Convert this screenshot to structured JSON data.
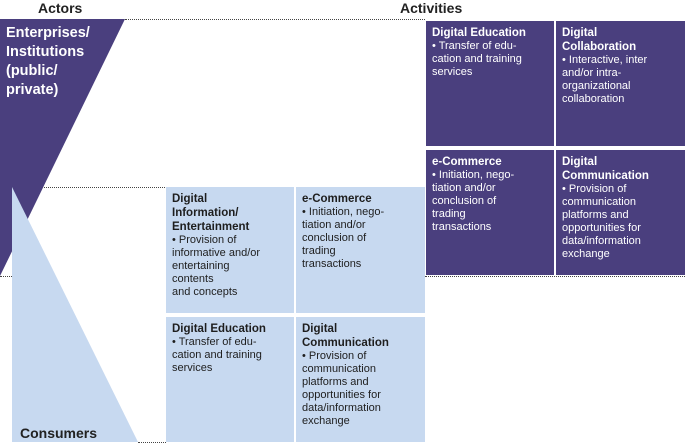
{
  "headers": {
    "actors": "Actors",
    "activities": "Activities"
  },
  "actors": {
    "enterprises": "Enterprises/\nInstitutions\n(public/\nprivate)",
    "consumers": "Consumers"
  },
  "colors": {
    "dark": "#4a3f7e",
    "light": "#c7d9f0"
  },
  "enterprise_activities": [
    {
      "title": "Digital Education",
      "desc": "• Transfer of edu-\n  cation and training\n  services"
    },
    {
      "title": "Digital\nCollaboration",
      "desc": "• Interactive, inter\n  and/or intra-\n  organizational\n  collaboration"
    },
    {
      "title": "e-Commerce",
      "desc": "• Initiation, nego-\n  tiation and/or\n  conclusion of\n  trading\n  transactions"
    },
    {
      "title": "Digital\nCommunication",
      "desc": "• Provision of\n  communication\n  platforms and\n  opportunities for\n  data/information\n  exchange"
    }
  ],
  "consumer_activities": [
    {
      "title": "Digital\nInformation/\nEntertainment",
      "desc": "• Provision of\n  informative and/or\n  entertaining\n  contents\n  and concepts"
    },
    {
      "title": "e-Commerce",
      "desc": "• Initiation, nego-\n  tiation and/or\n  conclusion of\n  trading\n  transactions"
    },
    {
      "title": "Digital Education",
      "desc": "• Transfer of edu-\n  cation and training\n  services"
    },
    {
      "title": "Digital\nCommunication",
      "desc": "• Provision of\n  communication\n  platforms and\n  opportunities for\n  data/information\n  exchange"
    }
  ]
}
